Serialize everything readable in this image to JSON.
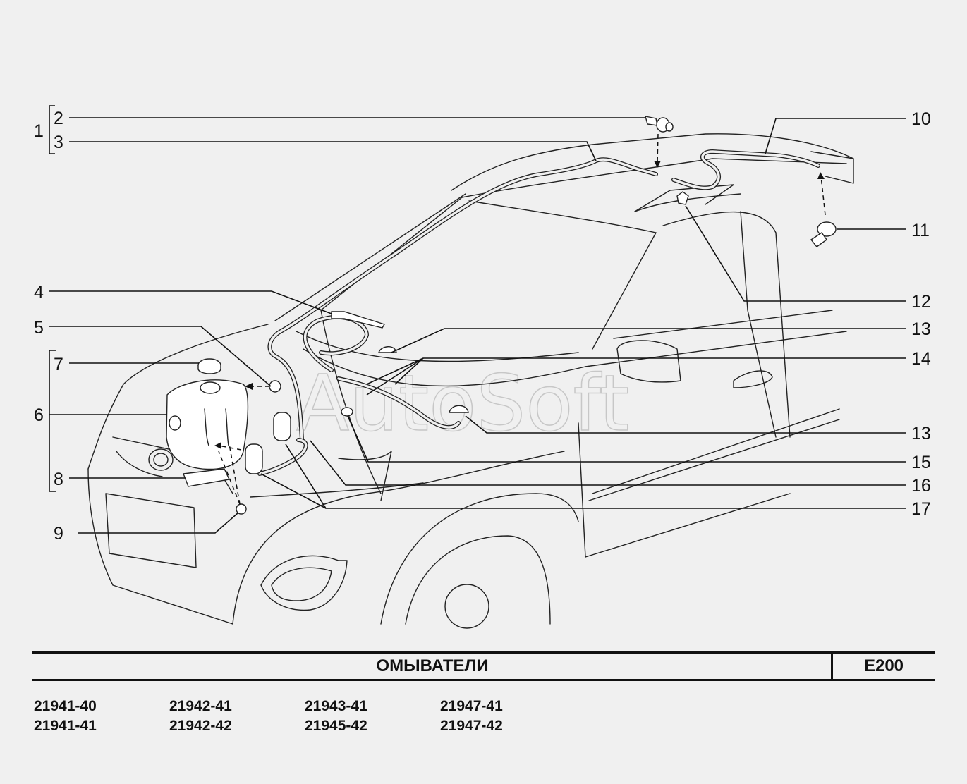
{
  "title": "ОМЫВАТЕЛИ",
  "code": "E200",
  "watermark": "AutoSoft",
  "models": [
    "21941-40",
    "21942-41",
    "21943-41",
    "21947-41",
    "21941-41",
    "21942-42",
    "21945-42",
    "21947-42"
  ],
  "callouts": {
    "n1": "1",
    "n2": "2",
    "n3": "3",
    "n4": "4",
    "n5": "5",
    "n6": "6",
    "n7": "7",
    "n8": "8",
    "n9": "9",
    "n10": "10",
    "n11": "11",
    "n12": "12",
    "n13a": "13",
    "n13b": "13",
    "n14": "14",
    "n15": "15",
    "n16": "16",
    "n17": "17"
  }
}
